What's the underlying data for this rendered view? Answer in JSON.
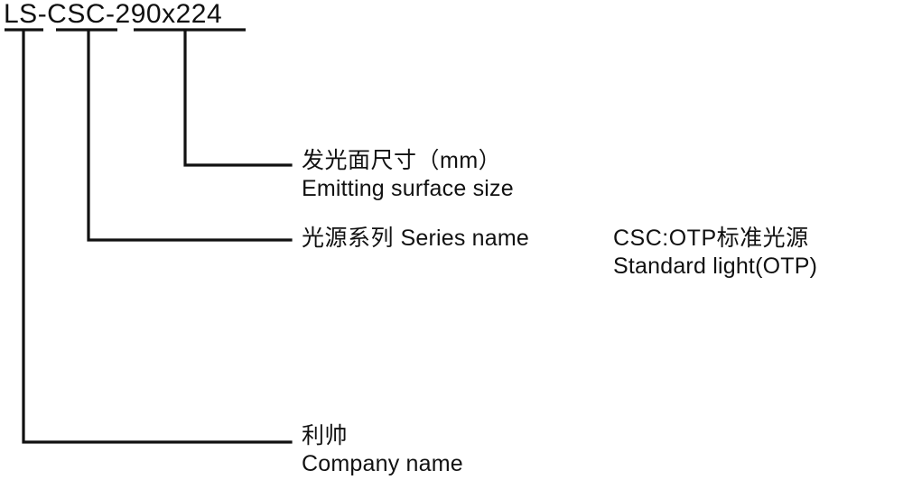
{
  "diagram": {
    "part_number": "LS-CSC-290x224",
    "segments": [
      {
        "token": "LS",
        "meaning_cn": "利帅",
        "meaning_en": "Company name"
      },
      {
        "token": "CSC",
        "meaning_cn": "光源系列",
        "meaning_en": "Series name"
      },
      {
        "token": "290x224",
        "meaning_cn": "发光面尺寸（mm）",
        "meaning_en": "Emitting surface size"
      }
    ],
    "callouts": {
      "emitting_surface": {
        "cn": "发光面尺寸（mm）",
        "en": "Emitting surface size"
      },
      "series_name": {
        "cn": "光源系列",
        "en": "Series name"
      },
      "company_name": {
        "cn": "利帅",
        "en": "Company name"
      },
      "csc_note": {
        "cn": "CSC:OTP标准光源",
        "en": "Standard light(OTP)"
      }
    },
    "line_color": "#111111"
  }
}
